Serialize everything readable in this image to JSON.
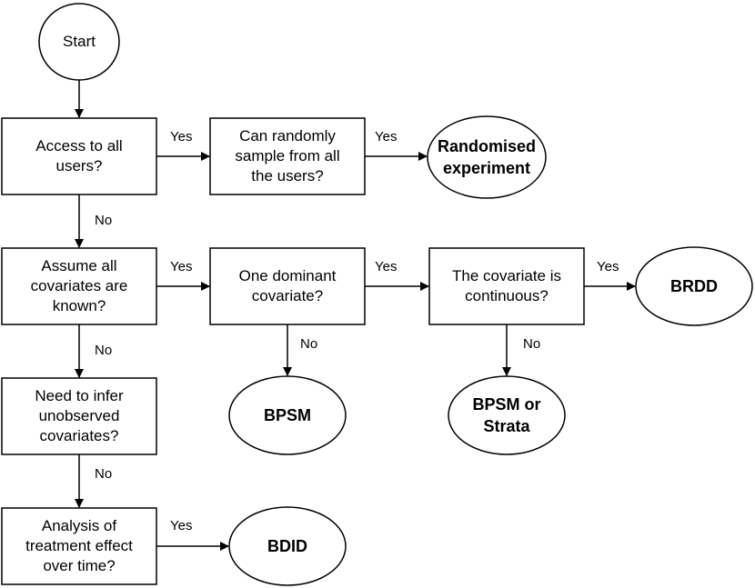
{
  "nodes": {
    "start": "Start",
    "access": "Access to all\nusers?",
    "sample": "Can randomly\nsample from all\nthe users?",
    "randomised": "Randomised\nexperiment",
    "assume": "Assume all\ncovariates are\nknown?",
    "dominant": "One dominant\ncovariate?",
    "continuous": "The covariate is\ncontinuous?",
    "brdd": "BRDD",
    "bpsm": "BPSM",
    "bpsm_strata": "BPSM or\nStrata",
    "infer": "Need to infer\nunobserved\ncovariates?",
    "analysis": "Analysis of\ntreatment effect\nover time?",
    "bdid": "BDID"
  },
  "edge_labels": {
    "yes": "Yes",
    "no": "No"
  }
}
